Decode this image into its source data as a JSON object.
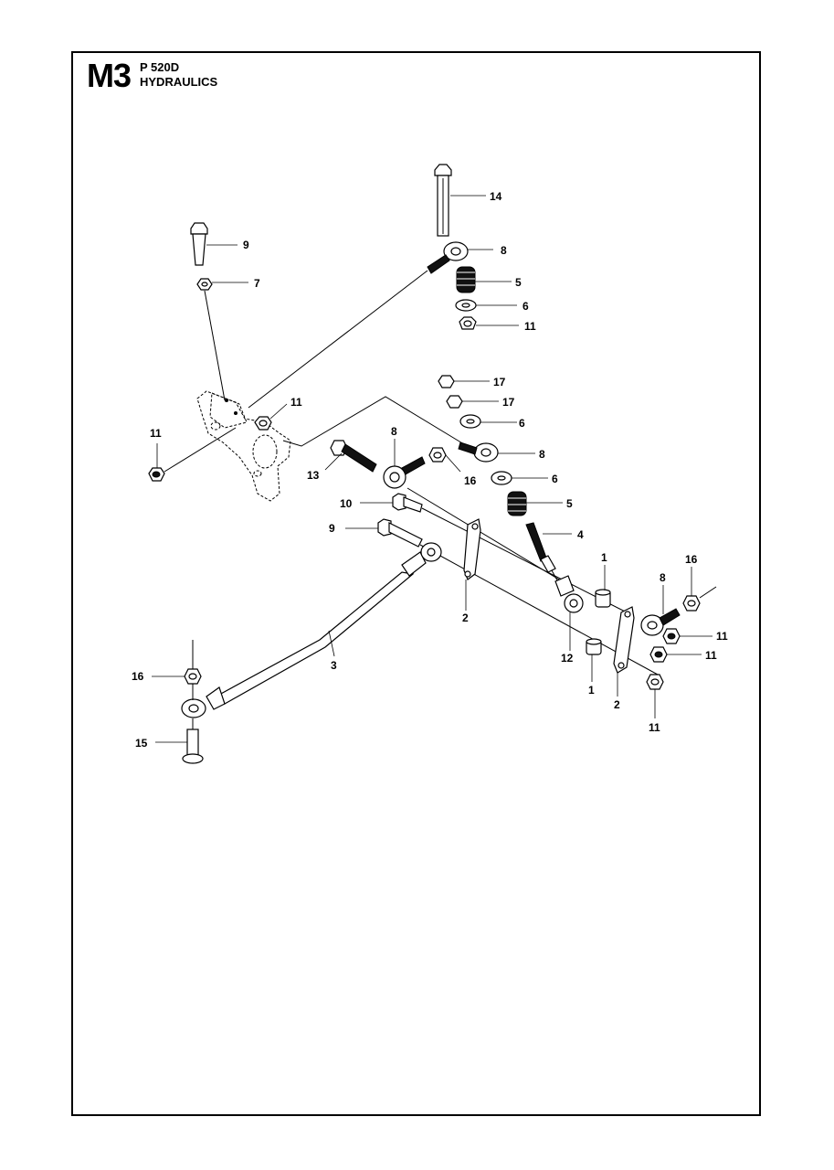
{
  "header": {
    "section_code": "M3",
    "model": "P 520D",
    "section_title": "HYDRAULICS"
  },
  "callouts": {
    "c14": "14",
    "c8a": "8",
    "c5a": "5",
    "c6a": "6",
    "c11a": "11",
    "c9a": "9",
    "c7": "7",
    "c11b": "11",
    "c11c": "11",
    "c17a": "17",
    "c17b": "17",
    "c6b": "6",
    "c8b": "8",
    "c8c": "8",
    "c6c": "6",
    "c16a": "16",
    "c13": "13",
    "c10": "10",
    "c5b": "5",
    "c9b": "9",
    "c4": "4",
    "c1a": "1",
    "c16b": "16",
    "c8d": "8",
    "c11d": "11",
    "c11e": "11",
    "c2a": "2",
    "c12": "12",
    "c1b": "1",
    "c3": "3",
    "c2b": "2",
    "c16c": "16",
    "c11f": "11",
    "c15": "15"
  }
}
